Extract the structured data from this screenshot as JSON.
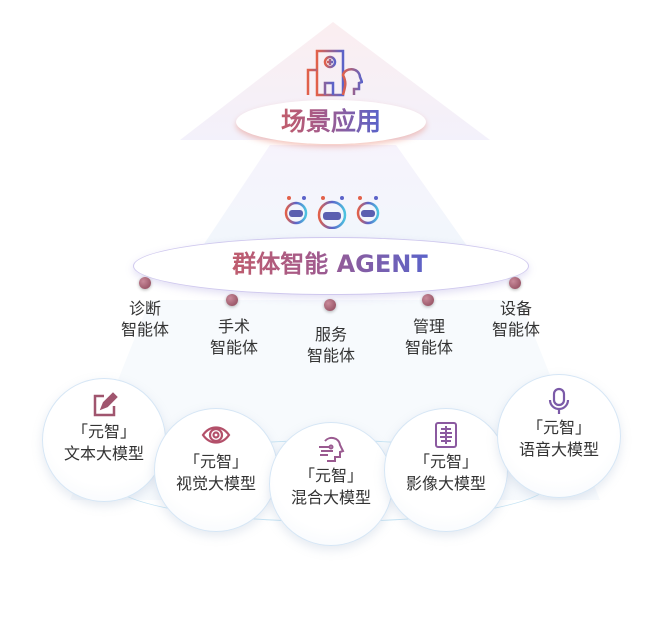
{
  "scene": {
    "title": "场景应用",
    "icon": "hospital-person-icon"
  },
  "agent": {
    "title": "群体智能 AGENT",
    "icon": "robots-icon",
    "items": [
      {
        "line1": "诊断",
        "line2": "智能体"
      },
      {
        "line1": "手术",
        "line2": "智能体"
      },
      {
        "line1": "服务",
        "line2": "智能体"
      },
      {
        "line1": "管理",
        "line2": "智能体"
      },
      {
        "line1": "设备",
        "line2": "智能体"
      }
    ]
  },
  "models": [
    {
      "prefix": "「元智」",
      "name": "文本大模型",
      "icon": "edit-icon"
    },
    {
      "prefix": "「元智」",
      "name": "视觉大模型",
      "icon": "eye-icon"
    },
    {
      "prefix": "「元智」",
      "name": "混合大模型",
      "icon": "brain-head-icon"
    },
    {
      "prefix": "「元智」",
      "name": "影像大模型",
      "icon": "xray-icon"
    },
    {
      "prefix": "「元智」",
      "name": "语音大模型",
      "icon": "microphone-icon"
    }
  ],
  "colors": {
    "accent_red": "#e2614a",
    "accent_purple": "#5b63c9",
    "accent_cyan": "#4cc3e0"
  }
}
